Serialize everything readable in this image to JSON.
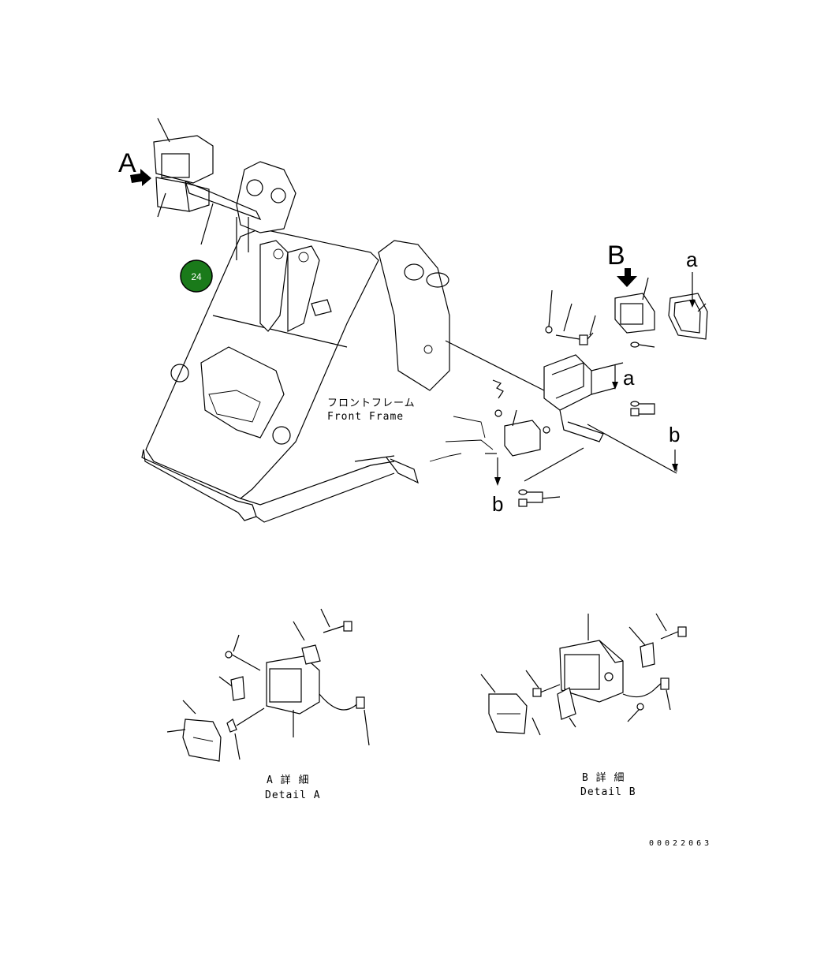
{
  "view_labels": {
    "a_view": "A",
    "b_view": "B"
  },
  "ref_letters": {
    "a_upper": "a",
    "a_lower": "a",
    "b_right": "b",
    "b_lower": "b"
  },
  "callout": {
    "number": "24",
    "color": "#1a7a1a"
  },
  "front_frame": {
    "jp": "フロントフレーム",
    "en": "Front Frame"
  },
  "detail_a": {
    "jp": "A 詳 細",
    "en": "Detail A"
  },
  "detail_b": {
    "jp": "B 詳 細",
    "en": "Detail B"
  },
  "drawing_number": "00022063"
}
